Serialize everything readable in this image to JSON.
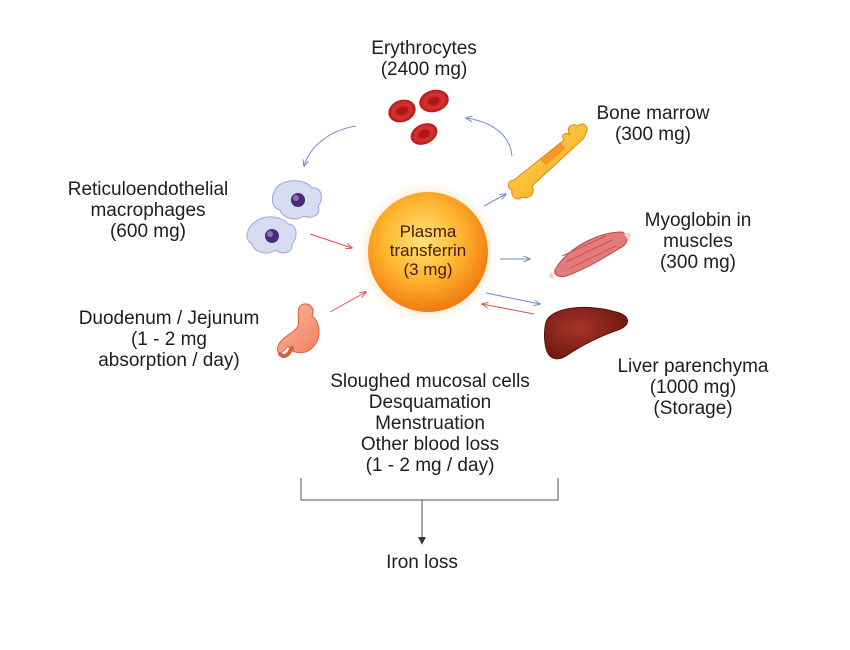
{
  "center": {
    "lines": [
      "Plasma",
      "transferrin",
      "(3 mg)"
    ]
  },
  "nodes": {
    "erythrocytes": {
      "lines": [
        "Erythrocytes",
        "(2400 mg)"
      ]
    },
    "bone_marrow": {
      "lines": [
        "Bone marrow",
        "(300 mg)"
      ]
    },
    "macrophages": {
      "lines": [
        "Reticuloendothelial",
        "macrophages",
        "(600 mg)"
      ]
    },
    "myoglobin": {
      "lines": [
        "Myoglobin in",
        "muscles",
        "(300 mg)"
      ]
    },
    "duodenum": {
      "lines": [
        "Duodenum / Jejunum",
        "(1 - 2 mg",
        "absorption / day)"
      ]
    },
    "liver": {
      "lines": [
        "Liver parenchyma",
        "(1000 mg)",
        "(Storage)"
      ]
    },
    "losses": {
      "lines": [
        "Sloughed mucosal cells",
        "Desquamation",
        "Menstruation",
        "Other blood loss",
        "(1 - 2 mg / day)"
      ]
    },
    "iron_loss": {
      "lines": [
        "Iron loss"
      ]
    }
  },
  "icons": [
    "red-blood-cells-icon",
    "bone-icon",
    "macrophage-cells-icon",
    "muscle-icon",
    "stomach-icon",
    "liver-icon"
  ],
  "colors": {
    "arrow_blue": "#6f8fc4",
    "arrow_red": "#d9534f",
    "sphere_center": "#ffd54a",
    "sphere_edge": "#f07a12",
    "bracket": "#555555"
  }
}
